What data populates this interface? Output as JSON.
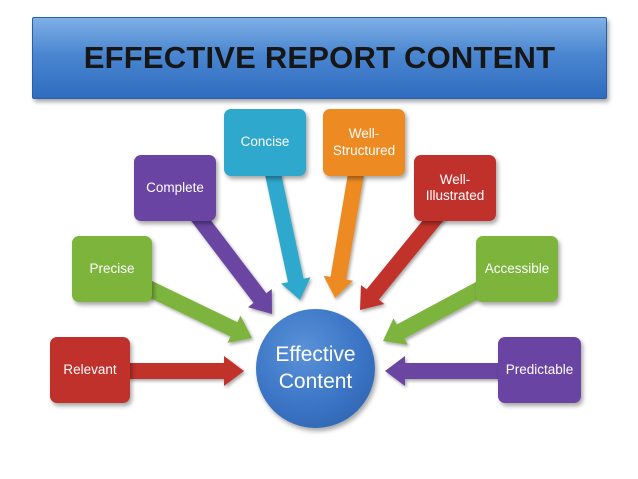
{
  "title": "EFFECTIVE REPORT CONTENT",
  "center": {
    "label": "Effective\nContent",
    "color": "#3a74c4"
  },
  "nodes": [
    {
      "id": "relevant",
      "label": "Relevant",
      "color": "#c0312b"
    },
    {
      "id": "precise",
      "label": "Precise",
      "color": "#7cb43c"
    },
    {
      "id": "complete",
      "label": "Complete",
      "color": "#6a44a2"
    },
    {
      "id": "concise",
      "label": "Concise",
      "color": "#2ea8cc"
    },
    {
      "id": "well-structured",
      "label": "Well-\nStructured",
      "color": "#ee8a22"
    },
    {
      "id": "well-illustrated",
      "label": "Well-\nIllustrated",
      "color": "#c0312b"
    },
    {
      "id": "accessible",
      "label": "Accessible",
      "color": "#7cb43c"
    },
    {
      "id": "predictable",
      "label": "Predictable",
      "color": "#6a44a2"
    }
  ]
}
